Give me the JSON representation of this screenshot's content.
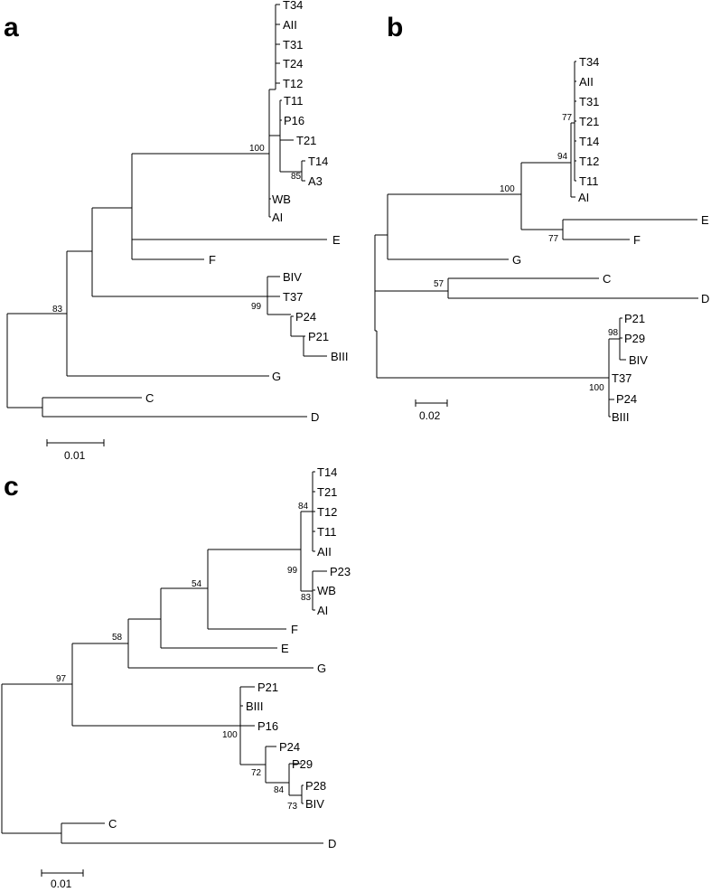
{
  "panels": {
    "a": {
      "letter": "a",
      "scale_label": "0.01",
      "bootstrap": [
        "100",
        "85",
        "99",
        "83"
      ],
      "leaves": [
        "T34",
        "AII",
        "T31",
        "T24",
        "T12",
        "T11",
        "P16",
        "T21",
        "T14",
        "A3",
        "WB",
        "AI",
        "E",
        "F",
        "BIV",
        "T37",
        "P24",
        "P21",
        "BIII",
        "G",
        "C",
        "D"
      ]
    },
    "b": {
      "letter": "b",
      "scale_label": "0.02",
      "bootstrap": [
        "77",
        "94",
        "100",
        "77",
        "57",
        "98",
        "100"
      ],
      "leaves": [
        "T34",
        "AII",
        "T31",
        "T21",
        "T14",
        "T12",
        "T11",
        "AI",
        "E",
        "F",
        "G",
        "C",
        "D",
        "P21",
        "P29",
        "BIV",
        "T37",
        "P24",
        "BIII"
      ]
    },
    "c": {
      "letter": "c",
      "scale_label": "0.01",
      "bootstrap": [
        "84",
        "99",
        "83",
        "54",
        "58",
        "97",
        "100",
        "72",
        "84",
        "73"
      ],
      "leaves": [
        "T14",
        "T21",
        "T12",
        "T11",
        "AII",
        "P23",
        "WB",
        "AI",
        "F",
        "E",
        "G",
        "P21",
        "BIII",
        "P16",
        "P24",
        "P29",
        "P28",
        "BIV",
        "C",
        "D"
      ]
    }
  }
}
